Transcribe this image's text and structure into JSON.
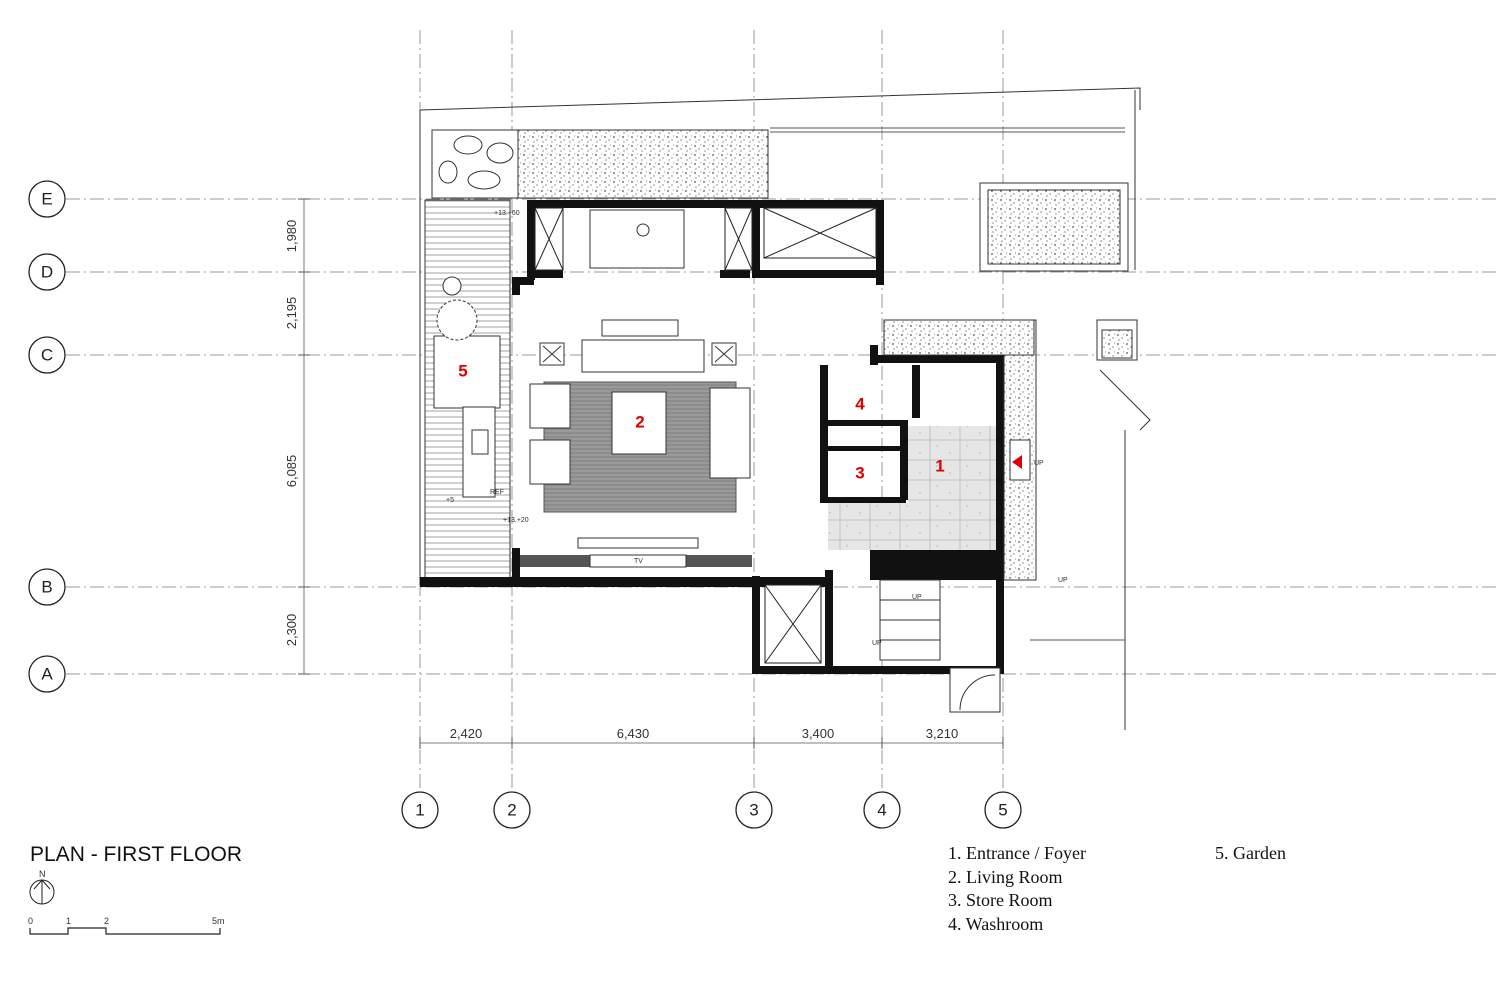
{
  "title": "PLAN - FIRST FLOOR",
  "grid_rows": [
    "E",
    "D",
    "C",
    "B",
    "A"
  ],
  "grid_cols": [
    "1",
    "2",
    "3",
    "4",
    "5"
  ],
  "row_dims": [
    "1,980",
    "2,195",
    "6,085",
    "2,300"
  ],
  "col_dims": [
    "2,420",
    "6,430",
    "3,400",
    "3,210"
  ],
  "rooms": [
    "1",
    "2",
    "3",
    "4",
    "5"
  ],
  "legend_left": [
    "1. Entrance / Foyer",
    "2. Living Room",
    "3. Store Room",
    "4. Washroom"
  ],
  "legend_right": [
    "5. Garden"
  ],
  "annotations": {
    "up1": "UP",
    "up2": "UP",
    "up3": "UP",
    "up4": "UP",
    "ref": "REF",
    "lvl1": "+13.+60",
    "lvl2": "+5",
    "lvl3": "+13.+20",
    "tv": "TV"
  },
  "north": "N",
  "scale": {
    "labels": [
      "0",
      "1",
      "2",
      "5m"
    ]
  },
  "colors": {
    "accent": "#e00000",
    "wall": "#111111",
    "grid": "#999999"
  }
}
